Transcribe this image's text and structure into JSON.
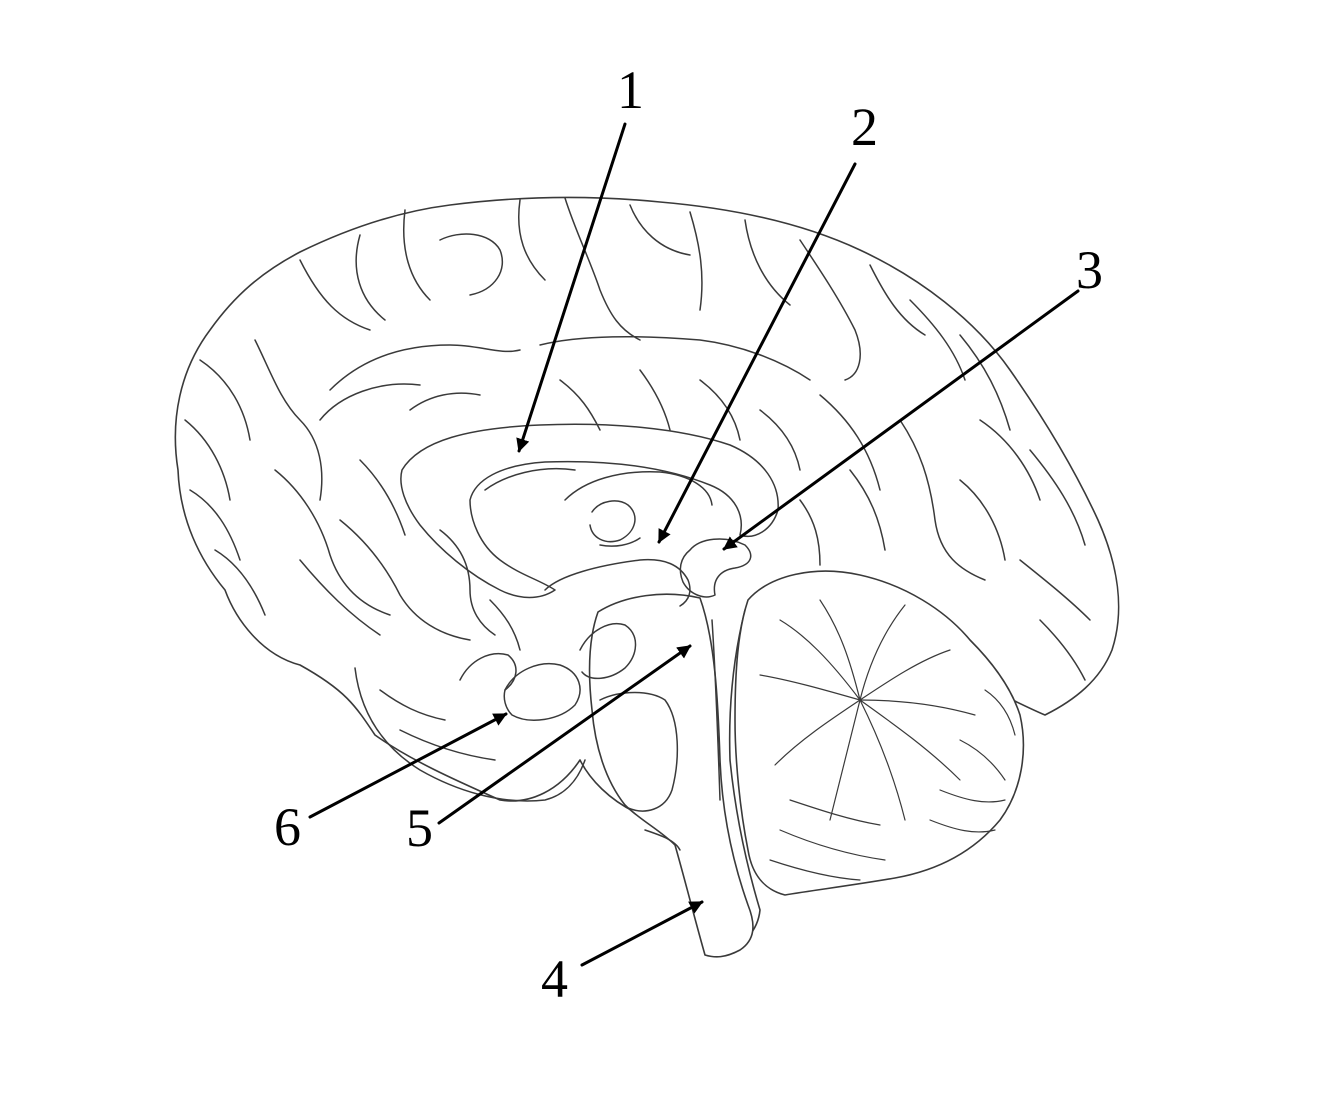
{
  "labels": [
    {
      "id": "1",
      "text": "1"
    },
    {
      "id": "2",
      "text": "2"
    },
    {
      "id": "3",
      "text": "3"
    },
    {
      "id": "4",
      "text": "4"
    },
    {
      "id": "5",
      "text": "5"
    },
    {
      "id": "6",
      "text": "6"
    }
  ],
  "colors": {
    "ink": "#000000",
    "outline": "#3a3a3a",
    "background": "#ffffff"
  }
}
